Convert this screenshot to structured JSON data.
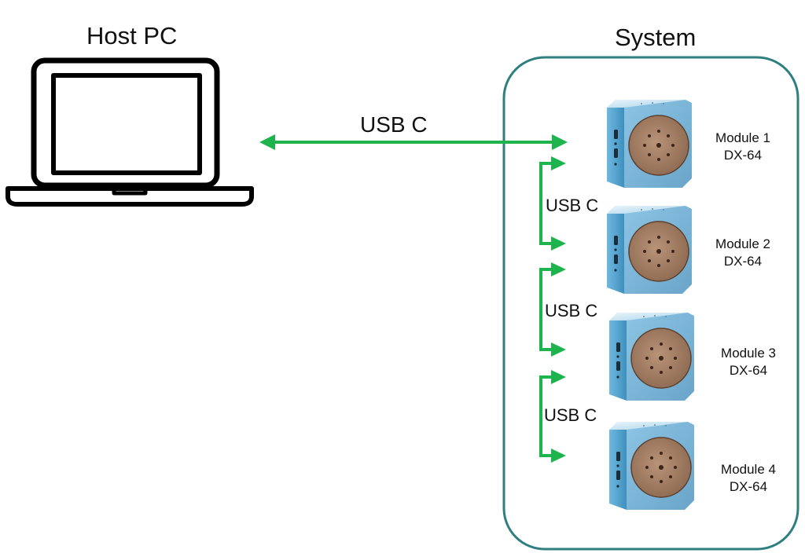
{
  "host": {
    "title": "Host PC"
  },
  "system": {
    "title": "System"
  },
  "connections": {
    "host_link": "USB C",
    "link_1_2": "USB C",
    "link_2_3": "USB C",
    "link_3_4": "USB C"
  },
  "modules": [
    {
      "name": "Module 1",
      "model": "DX-64"
    },
    {
      "name": "Module 2",
      "model": "DX-64"
    },
    {
      "name": "Module 3",
      "model": "DX-64"
    },
    {
      "name": "Module 4",
      "model": "DX-64"
    }
  ],
  "colors": {
    "arrow": "#1db44d",
    "system_border": "#2f7f80",
    "laptop": "#000000"
  },
  "icons": {
    "host": "laptop-icon",
    "module": "cube-device-icon"
  }
}
